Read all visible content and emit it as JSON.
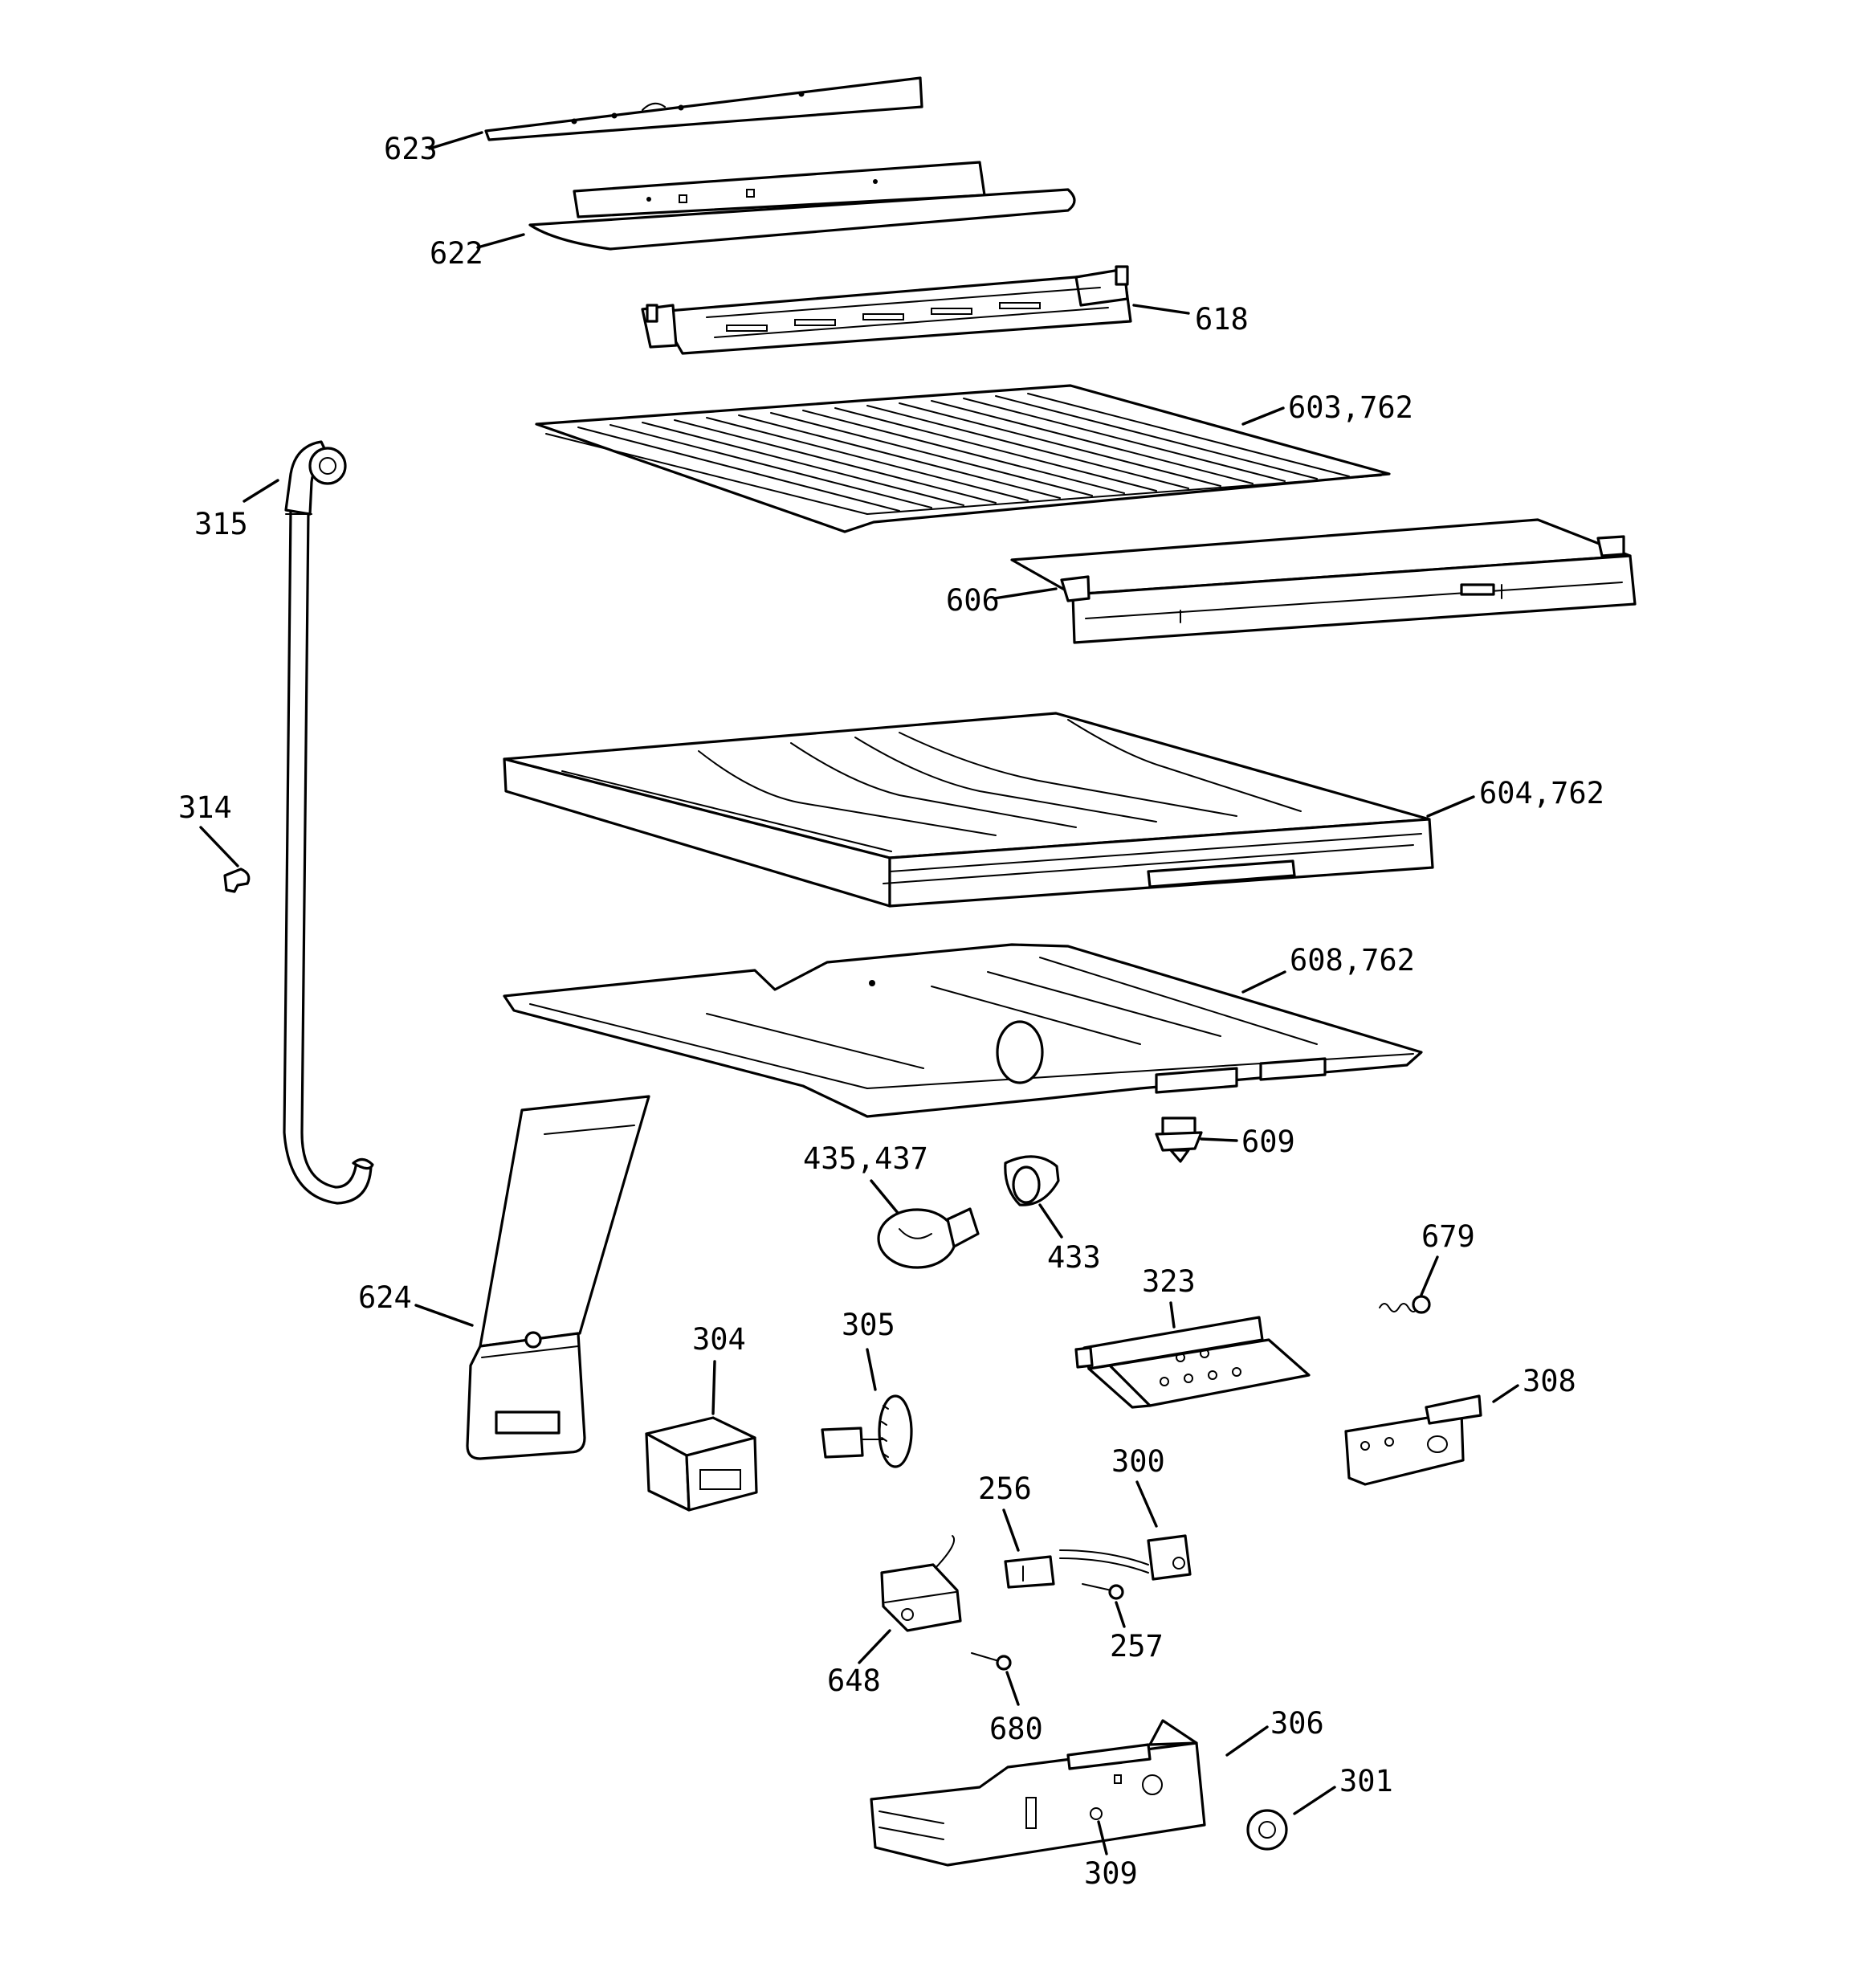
{
  "parts": [
    {
      "id": "623",
      "label": "623"
    },
    {
      "id": "622",
      "label": "622"
    },
    {
      "id": "618",
      "label": "618"
    },
    {
      "id": "603",
      "label": "603,762"
    },
    {
      "id": "315",
      "label": "315"
    },
    {
      "id": "606",
      "label": "606"
    },
    {
      "id": "314",
      "label": "314"
    },
    {
      "id": "604",
      "label": "604,762"
    },
    {
      "id": "608",
      "label": "608,762"
    },
    {
      "id": "609",
      "label": "609"
    },
    {
      "id": "435",
      "label": "435,437"
    },
    {
      "id": "433",
      "label": "433"
    },
    {
      "id": "679",
      "label": "679"
    },
    {
      "id": "323",
      "label": "323"
    },
    {
      "id": "624",
      "label": "624"
    },
    {
      "id": "304",
      "label": "304"
    },
    {
      "id": "305",
      "label": "305"
    },
    {
      "id": "308",
      "label": "308"
    },
    {
      "id": "300",
      "label": "300"
    },
    {
      "id": "256",
      "label": "256"
    },
    {
      "id": "257",
      "label": "257"
    },
    {
      "id": "648",
      "label": "648"
    },
    {
      "id": "680",
      "label": "680"
    },
    {
      "id": "306",
      "label": "306"
    },
    {
      "id": "301",
      "label": "301"
    },
    {
      "id": "309",
      "label": "309"
    }
  ]
}
